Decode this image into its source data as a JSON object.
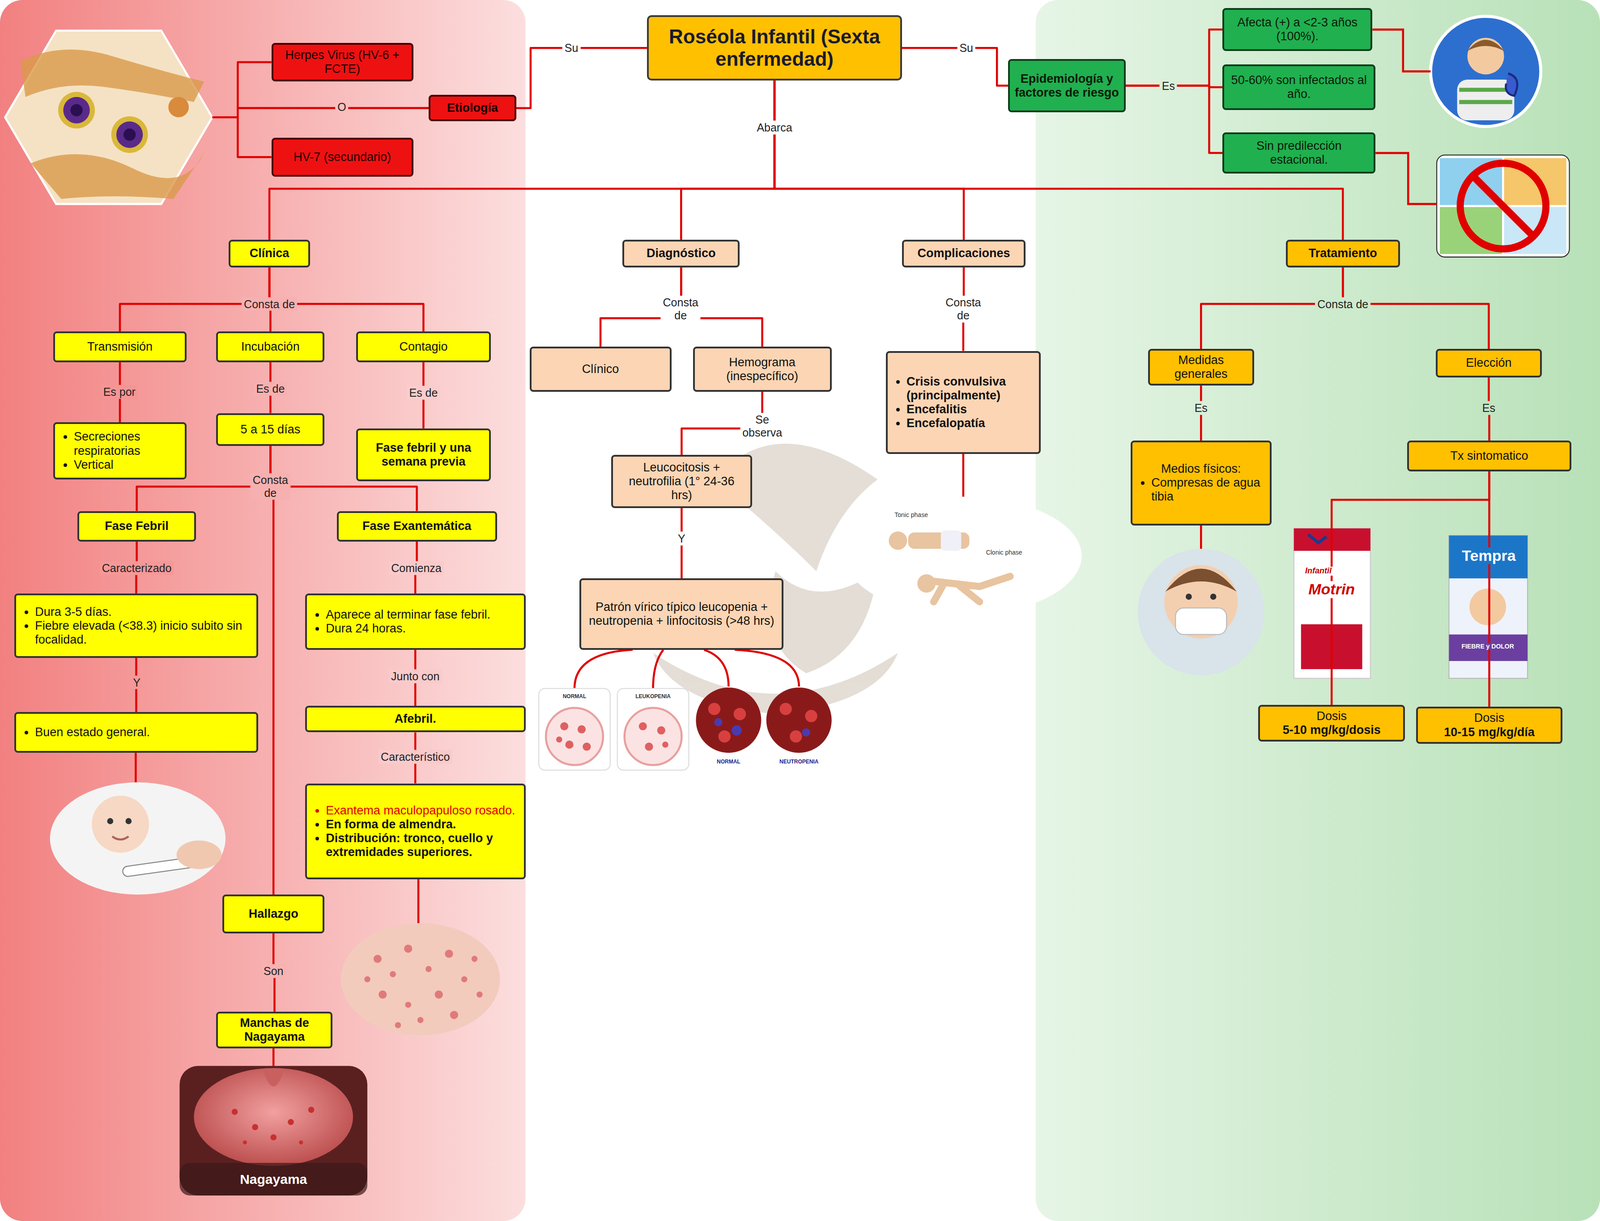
{
  "diagram": {
    "nodes": [
      {
        "text": [
          "Roséola Infantil (Sexta enfermedad)"
        ]
      },
      {
        "text": [
          "Etiología"
        ]
      },
      {
        "text": [
          "Herpes Virus (HV-6 + FCTE)"
        ]
      },
      {
        "text": [
          "HV-7 (secundario)"
        ]
      },
      {
        "text": [
          "Epidemiología y factores de riesgo"
        ]
      },
      {
        "text": [
          "Afecta (+) a <2-3 años (100%)."
        ]
      },
      {
        "text": [
          "50-60% son infectados al año."
        ]
      },
      {
        "text": [
          "Sin predilección estacional."
        ]
      },
      {
        "text": [
          "Clínica"
        ]
      },
      {
        "text": [
          "Diagnóstico"
        ]
      },
      {
        "text": [
          "Complicaciones"
        ]
      },
      {
        "text": [
          "Tratamiento"
        ]
      },
      {
        "text": [
          "Transmisión"
        ]
      },
      {
        "text": [
          "Incubación"
        ]
      },
      {
        "text": [
          "Contagio"
        ]
      },
      {
        "text": [
          "Secreciones respiratorias",
          "Vertical"
        ]
      },
      {
        "text": [
          "5 a 15 días"
        ]
      },
      {
        "text": [
          "Fase febril y una semana previa"
        ]
      },
      {
        "text": [
          "Fase Febril"
        ]
      },
      {
        "text": [
          "Fase Exantemática"
        ]
      },
      {
        "text": [
          "Dura 3-5 días.",
          "Fiebre elevada (<38.3) inicio subito sin focalidad."
        ]
      },
      {
        "text": [
          "Buen estado general."
        ]
      },
      {
        "text": [
          "Aparece al terminar fase febril.",
          "Dura 24 horas."
        ]
      },
      {
        "text": [
          "Afebril."
        ]
      },
      {
        "text": [
          "Exantema maculopapuloso rosado.",
          "En forma de almendra.",
          "Distribución: tronco, cuello y extremidades superiores."
        ]
      },
      {
        "text": [
          "Hallazgo"
        ]
      },
      {
        "text": [
          "Manchas de Nagayama"
        ]
      },
      {
        "text": [
          "Clínico"
        ]
      },
      {
        "text": [
          "Hemograma (inespecífico)"
        ]
      },
      {
        "text": [
          "Leucocitosis + neutrofilia (1° 24-36 hrs)"
        ]
      },
      {
        "text": [
          "Patrón vírico típico leucopenia + neutropenia + linfocitosis (>48 hrs)"
        ]
      },
      {
        "text": [
          "Crisis convulsiva (principalmente)",
          "Encefalitis",
          "Encefalopatía"
        ]
      },
      {
        "text": [
          "Medidas generales"
        ]
      },
      {
        "text": [
          "Elección"
        ]
      },
      {
        "text": [
          "Medios físicos:",
          "Compresas de agua tibia"
        ]
      },
      {
        "text": [
          "Tx sintomatico"
        ]
      },
      {
        "text": [
          "Dosis",
          "5-10 mg/kg/dosis"
        ]
      },
      {
        "text": [
          "Dosis",
          "10-15 mg/kg/día"
        ]
      }
    ],
    "edges": [
      {
        "from": 0,
        "to": 1,
        "label": "Su",
        "arrow": "none"
      },
      {
        "from": 1,
        "to": 2,
        "label": "O",
        "arrow": "none"
      },
      {
        "from": 1,
        "to": 3,
        "arrow": "none"
      },
      {
        "from": 0,
        "to": 4,
        "label": "Su",
        "arrow": "none"
      },
      {
        "from": 4,
        "to": 5,
        "label": "Es",
        "arrow": "none"
      },
      {
        "from": 4,
        "to": 6,
        "arrow": "none"
      },
      {
        "from": 4,
        "to": 7,
        "arrow": "none"
      },
      {
        "from": 0,
        "to": 8,
        "label": "Abarca",
        "arrow": "none"
      },
      {
        "from": 0,
        "to": 9,
        "arrow": "none"
      },
      {
        "from": 0,
        "to": 10,
        "arrow": "none"
      },
      {
        "from": 0,
        "to": 11,
        "arrow": "none"
      },
      {
        "from": 8,
        "to": 12,
        "label": "Consta de",
        "arrow": "none"
      },
      {
        "from": 8,
        "to": 13,
        "arrow": "none"
      },
      {
        "from": 8,
        "to": 14,
        "arrow": "none"
      },
      {
        "from": 12,
        "to": 15,
        "label": "Es por",
        "arrow": "none"
      },
      {
        "from": 13,
        "to": 16,
        "label": "Es de",
        "arrow": "none"
      },
      {
        "from": 14,
        "to": 17,
        "label": "Es de",
        "arrow": "none"
      },
      {
        "from": 16,
        "to": 18,
        "label": "Consta de",
        "arrow": "none"
      },
      {
        "from": 16,
        "to": 19,
        "arrow": "none"
      },
      {
        "from": 16,
        "to": 25,
        "arrow": "none"
      },
      {
        "from": 18,
        "to": 20,
        "label": "Caracterizado",
        "arrow": "none"
      },
      {
        "from": 20,
        "to": 21,
        "label": "Y",
        "arrow": "none"
      },
      {
        "from": 19,
        "to": 22,
        "label": "Comienza",
        "arrow": "none"
      },
      {
        "from": 22,
        "to": 23,
        "label": "Junto con",
        "arrow": "none"
      },
      {
        "from": 23,
        "to": 24,
        "label": "Característico",
        "arrow": "none"
      },
      {
        "from": 25,
        "to": 26,
        "label": "Son",
        "arrow": "none"
      },
      {
        "from": 9,
        "to": 27,
        "label": "Consta de",
        "arrow": "none"
      },
      {
        "from": 9,
        "to": 28,
        "arrow": "none"
      },
      {
        "from": 28,
        "to": 29,
        "label": "Se observa",
        "arrow": "none"
      },
      {
        "from": 29,
        "to": 30,
        "label": "Y",
        "arrow": "none"
      },
      {
        "from": 10,
        "to": 31,
        "label": "Consta de",
        "arrow": "none"
      },
      {
        "from": 11,
        "to": 32,
        "label": "Consta de",
        "arrow": "none"
      },
      {
        "from": 11,
        "to": 33,
        "arrow": "none"
      },
      {
        "from": 32,
        "to": 34,
        "label": "Es",
        "arrow": "none"
      },
      {
        "from": 33,
        "to": 35,
        "label": "Es",
        "arrow": "none"
      },
      {
        "from": 35,
        "to": 36,
        "arrow": "none"
      },
      {
        "from": 35,
        "to": 37,
        "arrow": "none"
      }
    ],
    "labels": [
      "Nagayama",
      "Tonic phase",
      "Clonic phase",
      "NORMAL",
      "LEUKOPENIA",
      "NORMAL",
      "NEUTROPENIA",
      "Infantil",
      "Motrin",
      "Tempra",
      "FIEBRE y DOLOR"
    ]
  }
}
